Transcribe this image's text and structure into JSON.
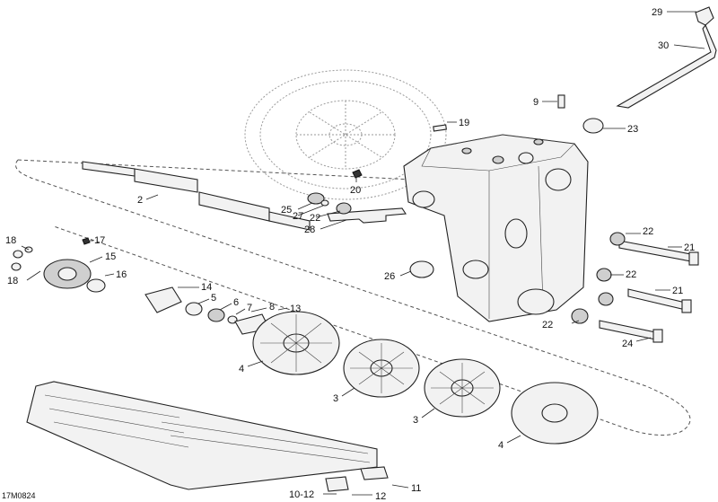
{
  "figure_ref": "17M0824",
  "callouts": [
    {
      "id": "c29",
      "text": "29"
    },
    {
      "id": "c30",
      "text": "30"
    },
    {
      "id": "c9",
      "text": "9"
    },
    {
      "id": "c19",
      "text": "19"
    },
    {
      "id": "c23",
      "text": "23"
    },
    {
      "id": "c20",
      "text": "20"
    },
    {
      "id": "c2",
      "text": "2"
    },
    {
      "id": "c25",
      "text": "25"
    },
    {
      "id": "c27",
      "text": "27"
    },
    {
      "id": "c22a",
      "text": "22"
    },
    {
      "id": "c28",
      "text": "28"
    },
    {
      "id": "c22b",
      "text": "22"
    },
    {
      "id": "c21a",
      "text": "21"
    },
    {
      "id": "c18a",
      "text": "18"
    },
    {
      "id": "c17",
      "text": "17"
    },
    {
      "id": "c15",
      "text": "15"
    },
    {
      "id": "c16",
      "text": "16"
    },
    {
      "id": "c18b",
      "text": "18"
    },
    {
      "id": "c26",
      "text": "26"
    },
    {
      "id": "c22c",
      "text": "22"
    },
    {
      "id": "c14",
      "text": "14"
    },
    {
      "id": "c5",
      "text": "5"
    },
    {
      "id": "c6",
      "text": "6"
    },
    {
      "id": "c7",
      "text": "7"
    },
    {
      "id": "c8",
      "text": "8"
    },
    {
      "id": "c13",
      "text": "13"
    },
    {
      "id": "c21b",
      "text": "21"
    },
    {
      "id": "c22d",
      "text": "22"
    },
    {
      "id": "c24",
      "text": "24"
    },
    {
      "id": "c4a",
      "text": "4"
    },
    {
      "id": "c3a",
      "text": "3"
    },
    {
      "id": "c3b",
      "text": "3"
    },
    {
      "id": "c4b",
      "text": "4"
    },
    {
      "id": "c11",
      "text": "11"
    },
    {
      "id": "c10_12",
      "text": "10-12"
    },
    {
      "id": "c12",
      "text": "12"
    }
  ]
}
